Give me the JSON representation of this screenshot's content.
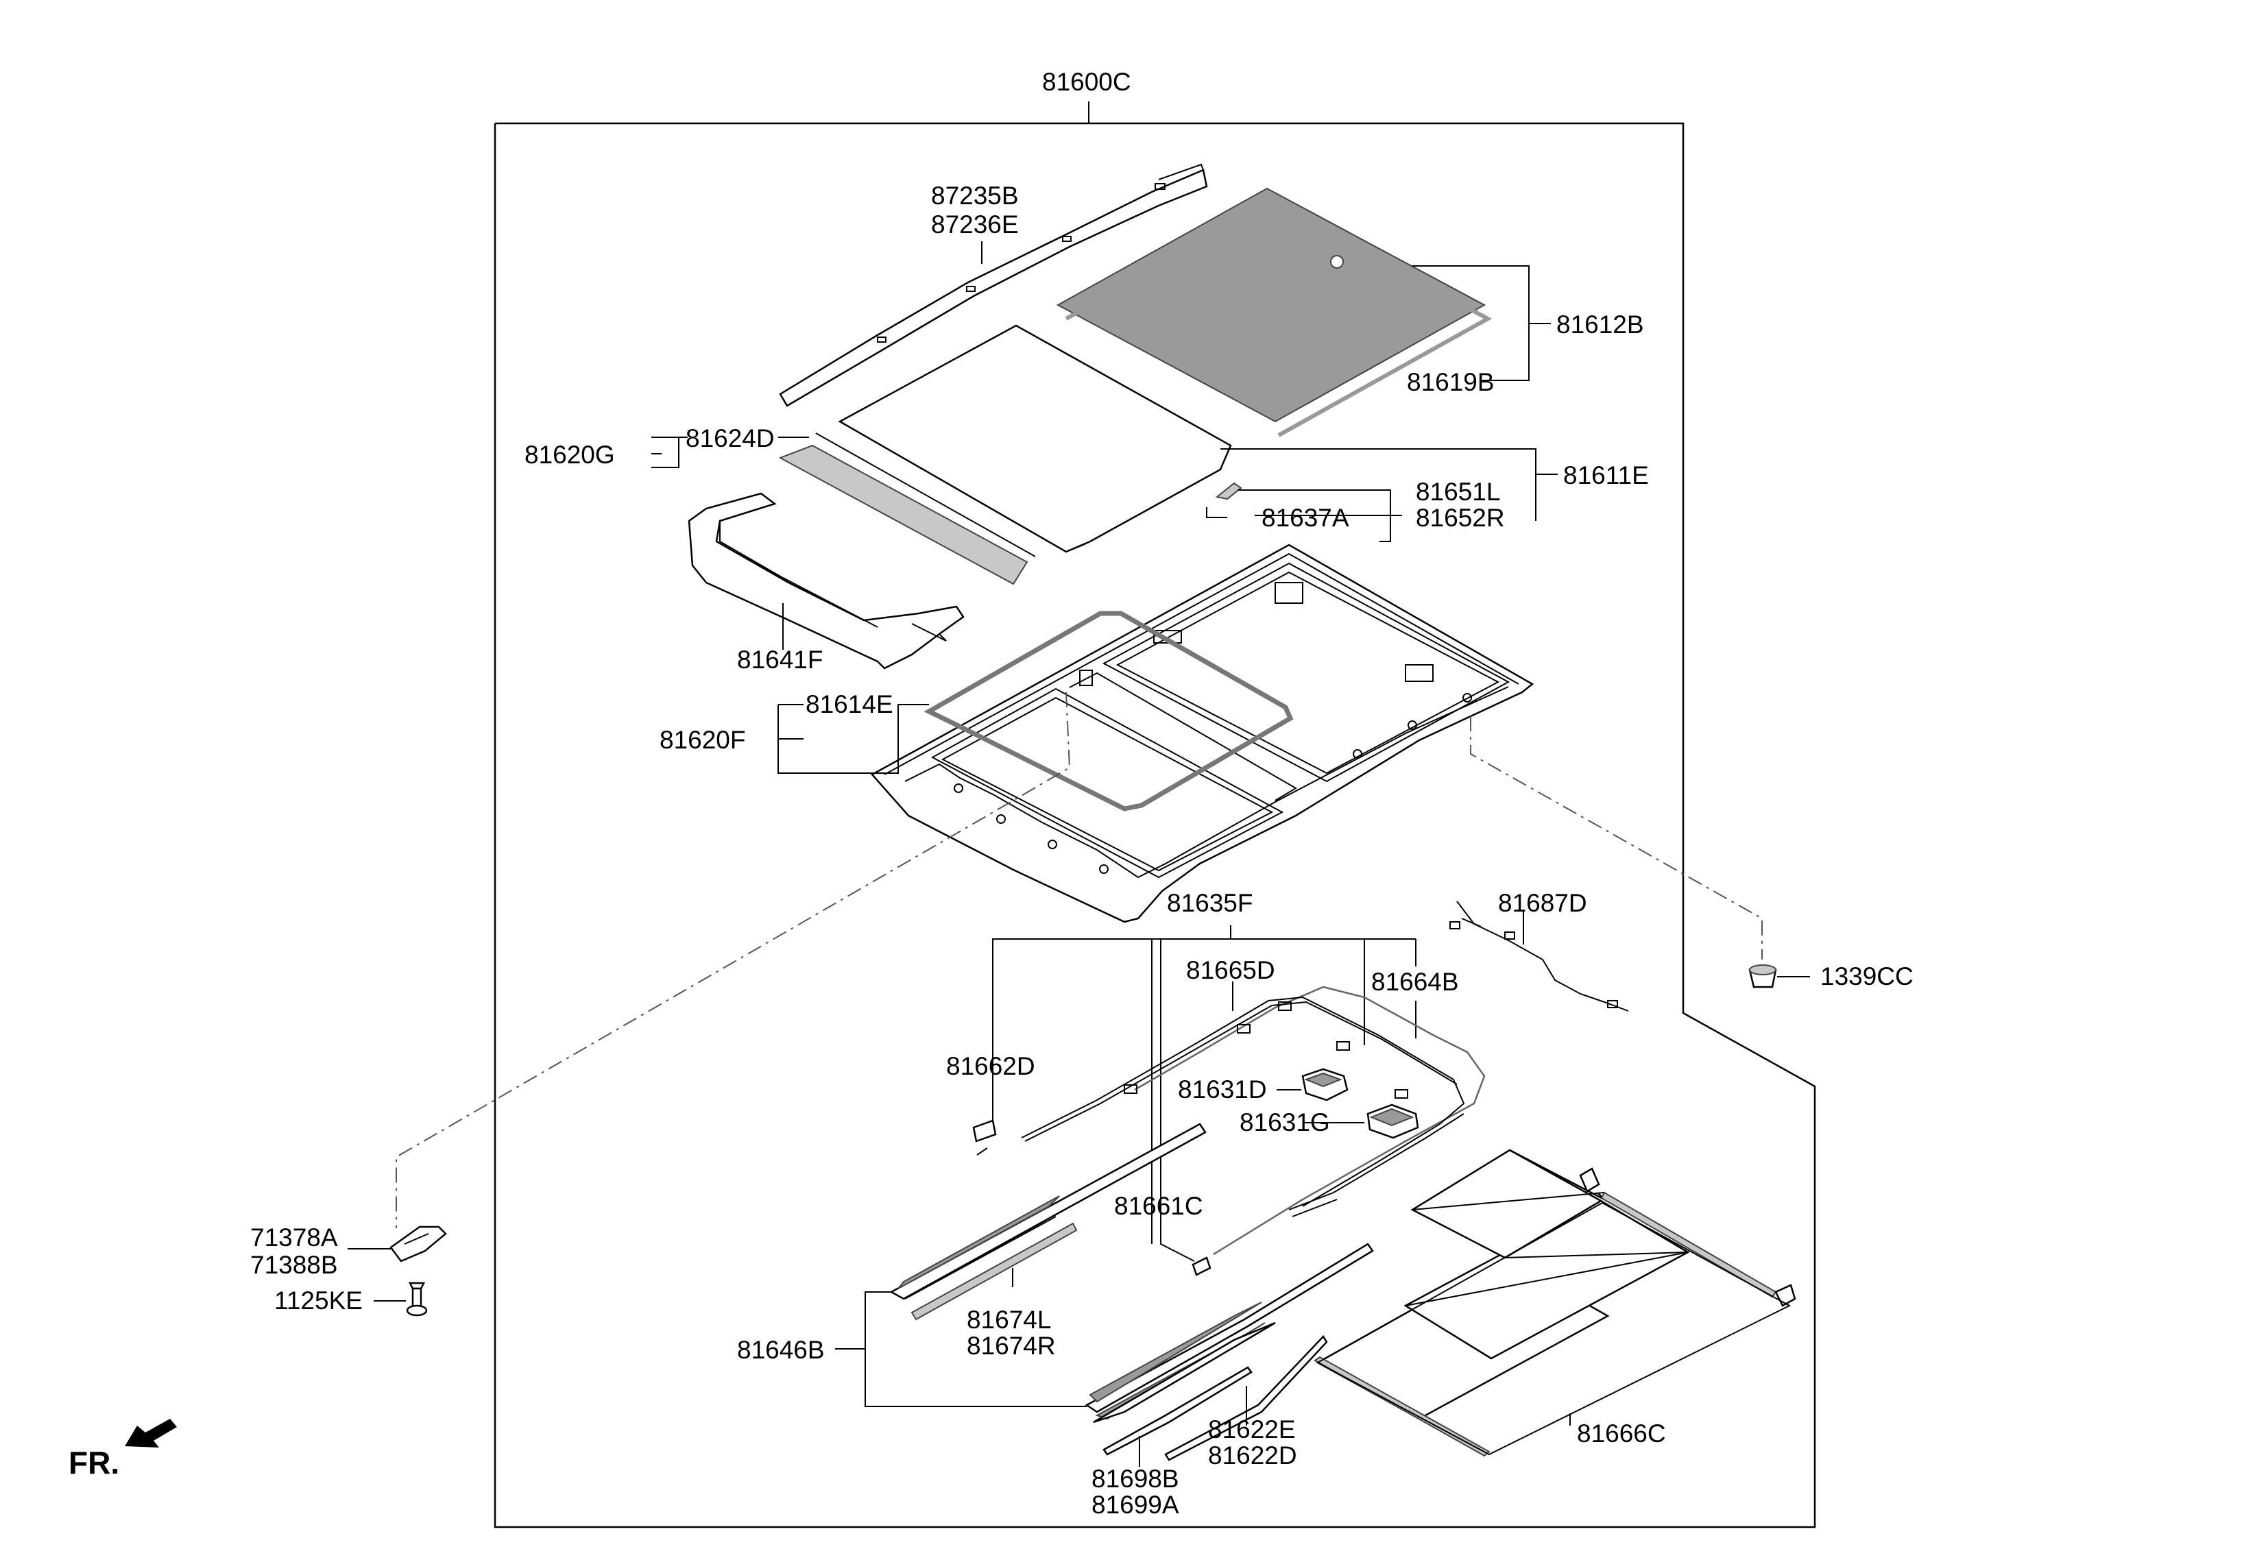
{
  "diagram": {
    "direction_label": "FR.",
    "labels": {
      "a81600C": "81600C",
      "a87235B": "87235B",
      "a87236E": "87236E",
      "a81612B": "81612B",
      "a81619B": "81619B",
      "a81620G": "81620G",
      "a81624D": "81624D",
      "a81611E": "81611E",
      "a81651L": "81651L",
      "a81652R": "81652R",
      "a81637A": "81637A",
      "a81641F": "81641F",
      "a81614E": "81614E",
      "a81620F": "81620F",
      "a81635F": "81635F",
      "a81687D": "81687D",
      "a81665D": "81665D",
      "a81664B": "81664B",
      "a1339CC": "1339CC",
      "a81662D": "81662D",
      "a81631D": "81631D",
      "a81631G": "81631G",
      "a81661C": "81661C",
      "a71378A": "71378A",
      "a71388B": "71388B",
      "a1125KE": "1125KE",
      "a81674L": "81674L",
      "a81674R": "81674R",
      "a81646B": "81646B",
      "a81622E": "81622E",
      "a81622D": "81622D",
      "a81666C": "81666C",
      "a81698B": "81698B",
      "a81699A": "81699A"
    }
  }
}
